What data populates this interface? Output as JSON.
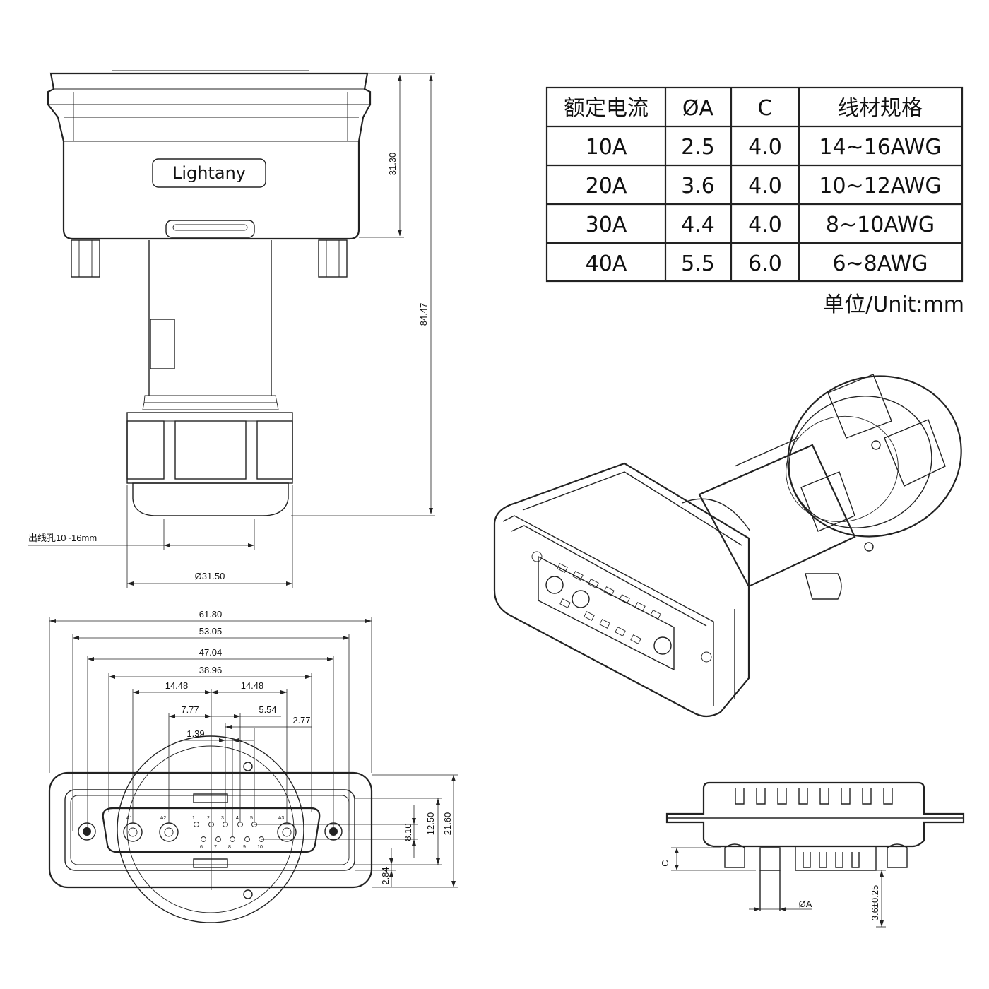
{
  "brand": {
    "logo": "Lightany"
  },
  "spec_table": {
    "headers": [
      "额定电流",
      "ØA",
      "C",
      "线材规格"
    ],
    "rows": [
      [
        "10A",
        "2.5",
        "4.0",
        "14~16AWG"
      ],
      [
        "20A",
        "3.6",
        "4.0",
        "10~12AWG"
      ],
      [
        "30A",
        "4.4",
        "4.0",
        "8~10AWG"
      ],
      [
        "40A",
        "5.5",
        "6.0",
        "6~8AWG"
      ]
    ]
  },
  "unit_label": "单位/Unit:mm",
  "side_view": {
    "dim_height_top": "31.30",
    "dim_height_total": "84.47",
    "dim_outlet_label": "出线孔10~16mm",
    "dim_diameter": "Ø31.50"
  },
  "front_view": {
    "dim_61_80": "61.80",
    "dim_53_05": "53.05",
    "dim_47_04": "47.04",
    "dim_38_96": "38.96",
    "dim_14_48_left": "14.48",
    "dim_14_48_right": "14.48",
    "dim_7_77": "7.77",
    "dim_5_54": "5.54",
    "dim_2_77": "2.77",
    "dim_1_39": "1.39",
    "dim_8_10": "8.10",
    "dim_12_50": "12.50",
    "dim_21_60": "21.60",
    "dim_2_84": "2.84",
    "pins_power": [
      "A1",
      "A2",
      "A3"
    ],
    "pins_top": [
      "1",
      "2",
      "3",
      "4",
      "5"
    ],
    "pins_bottom": [
      "6",
      "7",
      "8",
      "9",
      "10"
    ]
  },
  "profile_view": {
    "dim_c": "C",
    "dim_phi_a": "ØA",
    "dim_pin_len": "3.6±0.25"
  }
}
